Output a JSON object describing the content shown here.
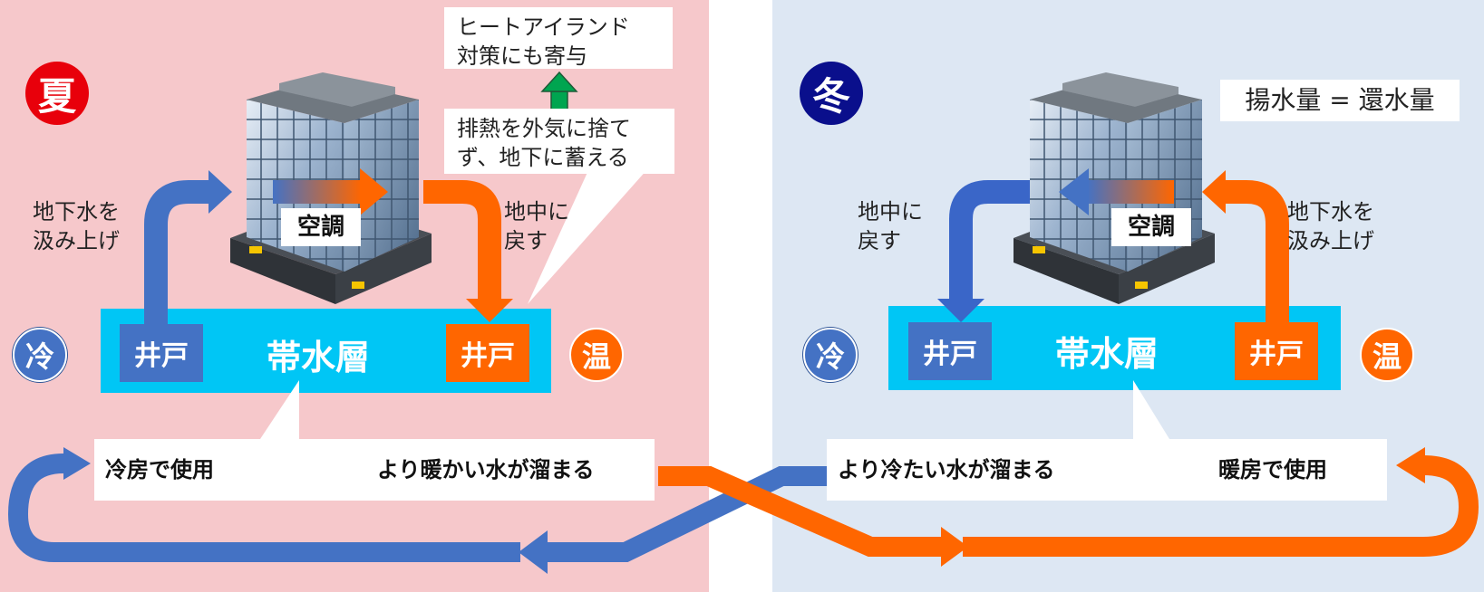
{
  "colors": {
    "cold": "#4472c4",
    "warm": "#ff6600",
    "aquifer": "#00c6f5",
    "summer_bg": "#f6c8cb",
    "winter_bg": "#dde7f3",
    "summer_badge": "#e8000b",
    "winter_badge": "#0a0f8c"
  },
  "summer": {
    "season": "夏",
    "heat_island": [
      "ヒートアイランド",
      "対策にも寄与"
    ],
    "exhaust": [
      "排熱を外気に捨て",
      "ず、地下に蓄える"
    ],
    "pump_up": [
      "地下水を",
      "汲み上げ"
    ],
    "return": [
      "地中に",
      "戻す"
    ],
    "ac": "空調",
    "well_cold": "井戸",
    "aquifer": "帯水層",
    "well_warm": "井戸",
    "cold": "冷",
    "warm": "温",
    "use": "冷房で使用",
    "result": "より暖かい水が溜まる"
  },
  "winter": {
    "season": "冬",
    "balance": "揚水量 = 還水量",
    "return": [
      "地中に",
      "戻す"
    ],
    "pump_up": [
      "地下水を",
      "汲み上げ"
    ],
    "ac": "空調",
    "well_cold": "井戸",
    "aquifer": "帯水層",
    "well_warm": "井戸",
    "cold": "冷",
    "warm": "温",
    "result": "より冷たい水が溜まる",
    "use": "暖房で使用"
  }
}
